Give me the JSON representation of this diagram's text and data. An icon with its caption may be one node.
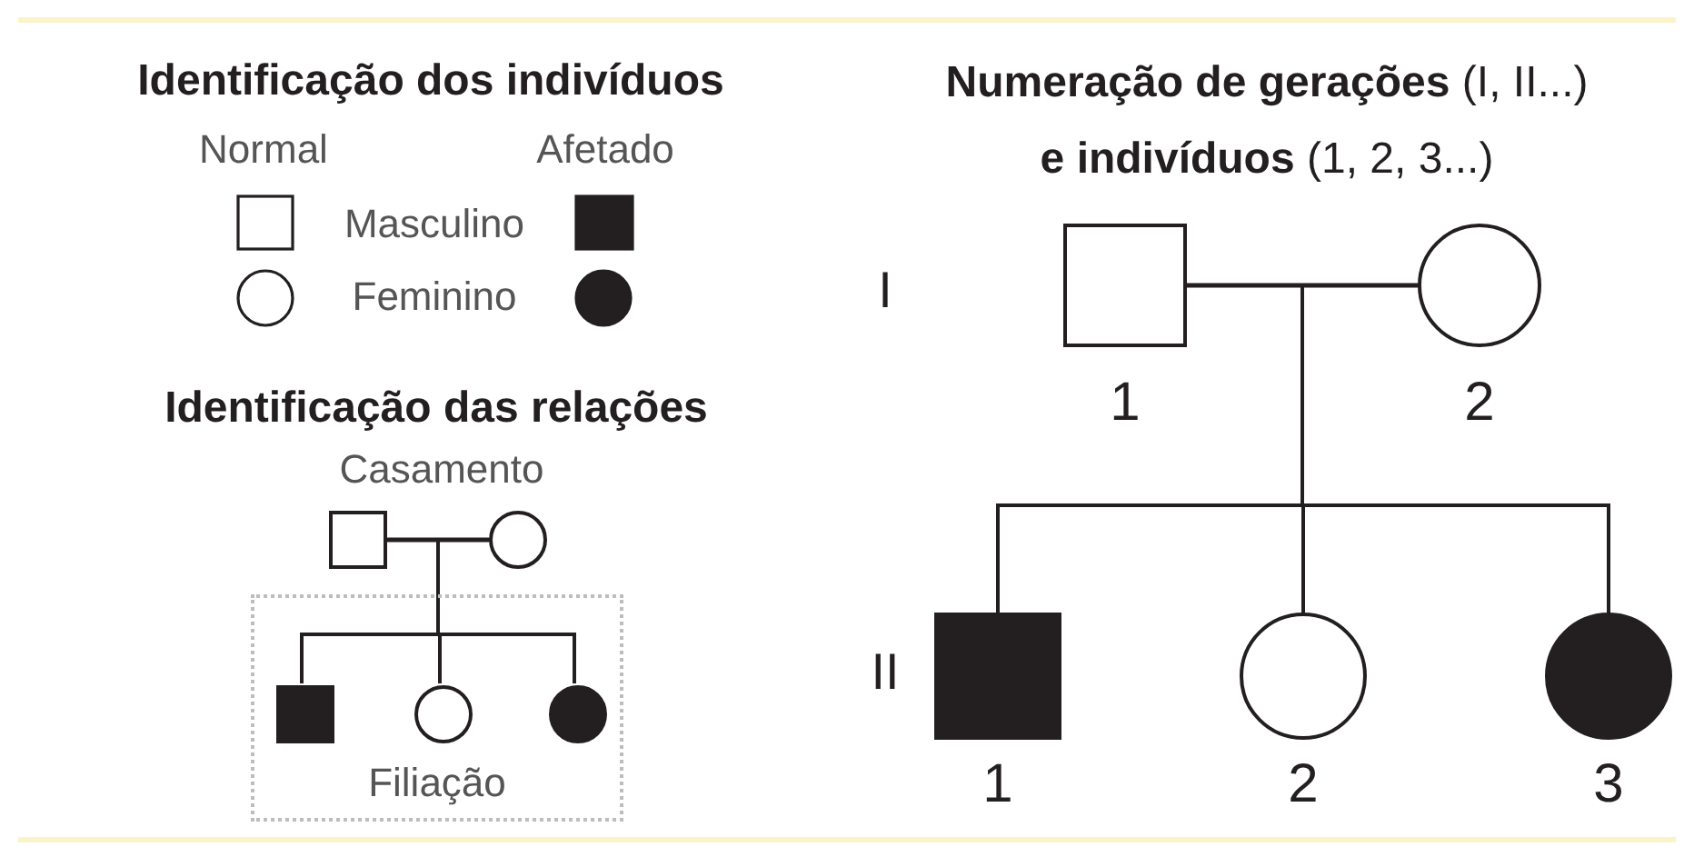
{
  "diagram": {
    "nodes": [
      {
        "text": [],
        "shape": "box"
      },
      {
        "text": [],
        "shape": "circle"
      },
      {
        "text": [
          "Filiação"
        ]
      },
      {
        "text": [],
        "shape": "box",
        "in": 2
      },
      {
        "text": [],
        "shape": "circle",
        "in": 2
      },
      {
        "text": [],
        "shape": "circle",
        "in": 2
      },
      {
        "text": [],
        "shape": "box",
        "beside": [
          "1"
        ]
      },
      {
        "text": [],
        "shape": "circle",
        "beside": [
          "2"
        ]
      },
      {
        "text": [],
        "shape": "box",
        "beside": [
          "1"
        ]
      },
      {
        "text": [],
        "shape": "circle",
        "beside": [
          "2"
        ]
      },
      {
        "text": [],
        "shape": "circle",
        "beside": [
          "3"
        ]
      }
    ],
    "edges": [
      {
        "from": 0,
        "to": 1,
        "arrow": "none"
      },
      {
        "from": 0,
        "to": 3,
        "arrow": "none"
      },
      {
        "from": 0,
        "to": 4,
        "arrow": "none"
      },
      {
        "from": 0,
        "to": 5,
        "arrow": "none"
      },
      {
        "from": 1,
        "to": 3,
        "arrow": "none"
      },
      {
        "from": 1,
        "to": 4,
        "arrow": "none"
      },
      {
        "from": 1,
        "to": 5,
        "arrow": "none"
      },
      {
        "from": 6,
        "to": 7,
        "arrow": "none"
      },
      {
        "from": 6,
        "to": 8,
        "arrow": "none"
      },
      {
        "from": 6,
        "to": 9,
        "arrow": "none"
      },
      {
        "from": 6,
        "to": 10,
        "arrow": "none"
      },
      {
        "from": 7,
        "to": 8,
        "arrow": "none"
      },
      {
        "from": 7,
        "to": 9,
        "arrow": "none"
      },
      {
        "from": 7,
        "to": 10,
        "arrow": "none"
      }
    ],
    "labels": [
      "Identificação dos indivíduos",
      "Normal",
      "Afetado",
      "Masculino",
      "Feminino",
      "Identificação das relações",
      "Casamento",
      "**Numeração de gerações** (I, II...) **e indivíduos** (1, 2, 3...)",
      "I",
      "II"
    ]
  }
}
